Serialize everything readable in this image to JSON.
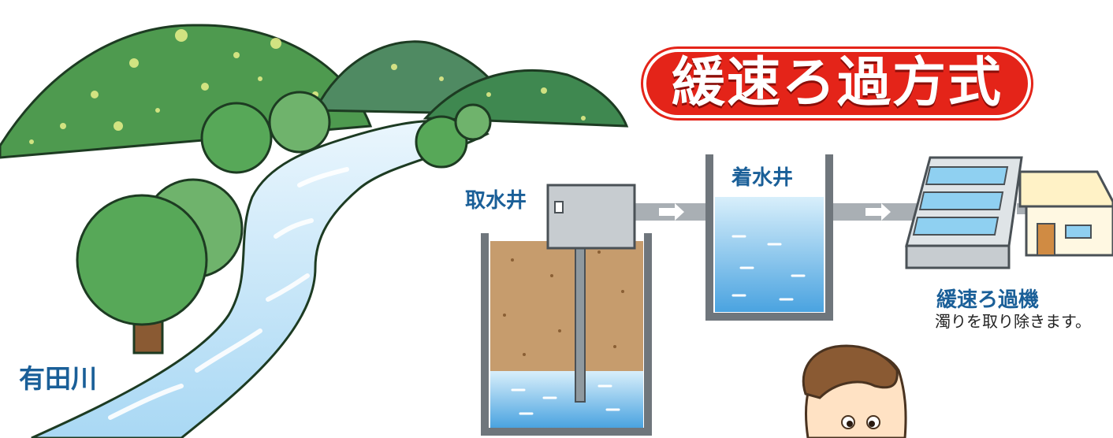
{
  "title": "緩速ろ過方式",
  "labels": {
    "river": "有田川",
    "intake_well": "取水井",
    "receiving_well": "着水井",
    "slow_filter": "緩速ろ過機",
    "slow_filter_desc": "濁りを取り除きます。"
  },
  "colors": {
    "title_red": "#e42419",
    "label_blue": "#1a5f98",
    "hill_green": "#3d8a45",
    "water_blue": "#79c4ee",
    "pipe_gray": "#a9afb4"
  },
  "icons": [
    "hill-icon",
    "tree-icon",
    "river-icon",
    "intake-well-icon",
    "pump-box-icon",
    "receiving-well-icon",
    "slow-filter-icon",
    "house-icon",
    "person-icon",
    "arrow-right-icon"
  ]
}
